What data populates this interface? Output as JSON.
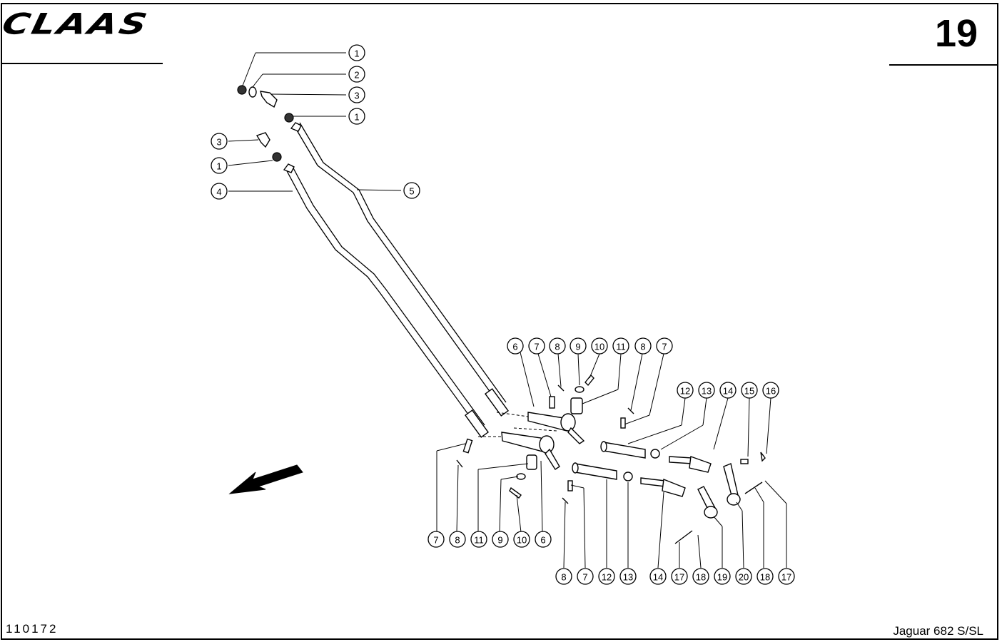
{
  "header": {
    "brand": "CLAAS",
    "page_number": "19"
  },
  "footer": {
    "drawing_number": "110172",
    "model": "Jaguar 682 S/SL"
  },
  "callouts": {
    "c1a": "1",
    "c2a": "2",
    "c3a": "3",
    "c1b": "1",
    "c3b": "3",
    "c1c": "1",
    "c4": "4",
    "c5": "5",
    "t6": "6",
    "t7": "7",
    "t8": "8",
    "t9": "9",
    "t10": "10",
    "t11": "11",
    "t8b": "8",
    "t7b": "7",
    "t12": "12",
    "t13": "13",
    "t14": "14",
    "t15": "15",
    "t16": "16",
    "b7": "7",
    "b8": "8",
    "b11": "11",
    "b9": "9",
    "b10": "10",
    "b6": "6",
    "r8": "8",
    "r7": "7",
    "r12": "12",
    "r13": "13",
    "r14": "14",
    "r17": "17",
    "r18": "18",
    "r19": "19",
    "r20": "20",
    "r18b": "18",
    "r17b": "17"
  }
}
